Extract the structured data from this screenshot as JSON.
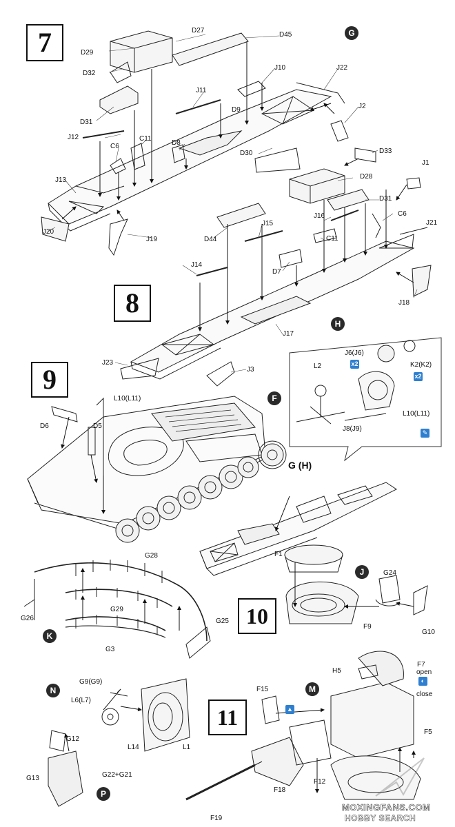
{
  "steps": {
    "s7": "7",
    "s8": "8",
    "s9": "9",
    "s10": "10",
    "s11": "11"
  },
  "markers": {
    "G_top": "G",
    "H": "H",
    "F": "F",
    "GH": "G (H)",
    "J": "J",
    "K": "K",
    "N": "N",
    "M": "M",
    "P": "P"
  },
  "labels": {
    "D27": "D27",
    "D29": "D29",
    "D32": "D32",
    "D45": "D45",
    "D31a": "D31",
    "J11": "J11",
    "J10": "J10",
    "J22": "J22",
    "D9": "D9",
    "J2": "J2",
    "J12": "J12",
    "C6a": "C6",
    "C11a": "C11",
    "D8": "D8",
    "D30": "D30",
    "D33": "D33",
    "J13": "J13",
    "J1": "J1",
    "D28": "D28",
    "D31b": "D31",
    "J16": "J16",
    "C6b": "C6",
    "J21": "J21",
    "J20": "J20",
    "J19": "J19",
    "C11b": "C11",
    "D44": "D44",
    "J15": "J15",
    "J14": "J14",
    "D7": "D7",
    "J18": "J18",
    "J17": "J17",
    "J23": "J23",
    "J3": "J3",
    "L2": "L2",
    "J6": "J6(J6)",
    "K2": "K2(K2)",
    "L10a": "L10(L11)",
    "J8": "J8(J9)",
    "L10b": "L10(L11)",
    "D6": "D6",
    "D5": "D5",
    "F1": "F1",
    "G24": "G24",
    "G28": "G28",
    "F9": "F9",
    "G10": "G10",
    "G26": "G26",
    "G29": "G29",
    "G25": "G25",
    "G3": "G3",
    "G9": "G9(G9)",
    "L6": "L6(L7)",
    "H5": "H5",
    "F7": "F7",
    "open": "open",
    "close": "close",
    "F15": "F15",
    "G12": "G12",
    "L14": "L14",
    "L1": "L1",
    "F5": "F5",
    "G13": "G13",
    "G22": "G22+G21",
    "F18": "F18",
    "F12": "F12",
    "F19": "F19"
  },
  "badges": {
    "x2a": "x2",
    "x2b": "x2"
  },
  "watermark": {
    "line1": "MOXINGFANS.COM",
    "line2": "HOBBY SEARCH"
  }
}
